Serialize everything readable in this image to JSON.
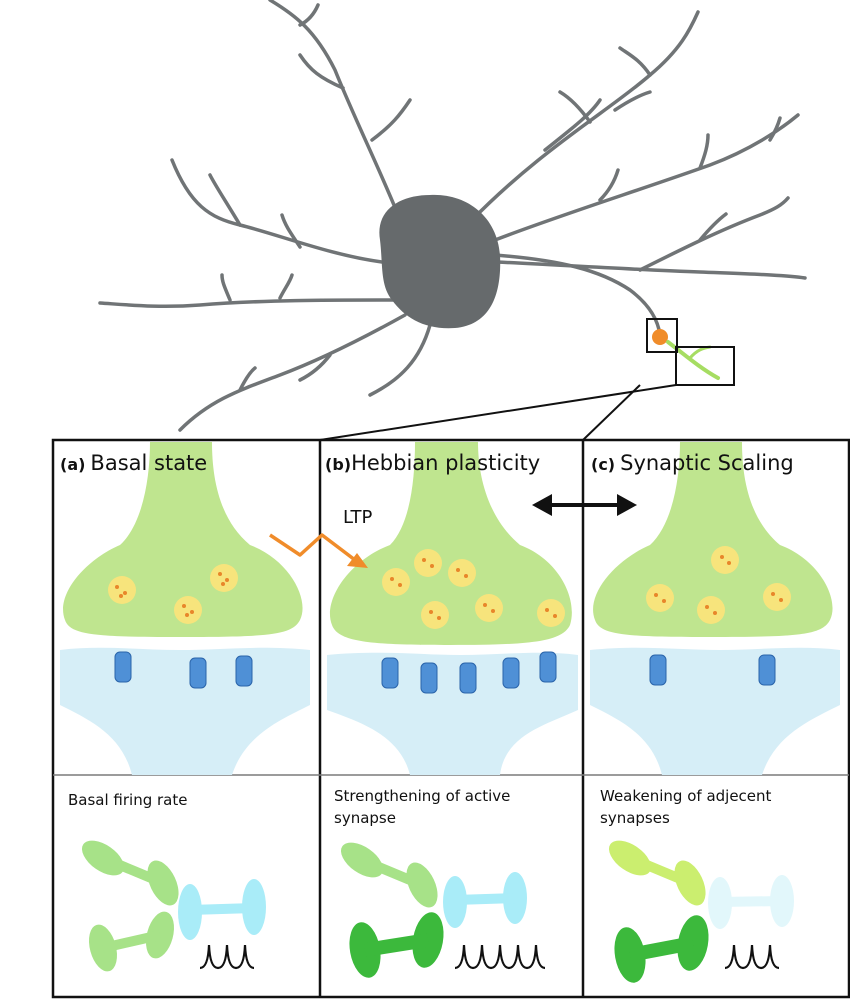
{
  "panels": [
    {
      "tag": "(a)",
      "title": "Basal state",
      "caption_lines": [
        "Basal firing rate"
      ]
    },
    {
      "tag": "(b)",
      "title": "Hebbian plasticity",
      "caption_lines": [
        "Strengthening of active",
        "synapse"
      ]
    },
    {
      "tag": "(c)",
      "title": "Synaptic Scaling",
      "caption_lines": [
        "Weakening of adjecent",
        "synapses"
      ]
    }
  ],
  "ltp_label": "LTP",
  "colors": {
    "neuron_soma": "#666a6c",
    "dendrite": "#707476",
    "presynaptic": "#bfe58f",
    "postsynaptic": "#d6eef7",
    "vesicle": "#f7e47c",
    "vesicle_dot": "#e8862a",
    "receptor": "#4f90d6",
    "ltp_arrow": "#f08c2a",
    "marker_dot": "#f08c2a",
    "axon_green": "#a6dd62",
    "syn_light_green": "#a7e288",
    "syn_strong_green": "#3cb93c",
    "syn_lime": "#cbee6f",
    "syn_cyan": "#a9ecf8",
    "syn_faded_cyan": "#e2f7fb",
    "spike": "#111111"
  }
}
